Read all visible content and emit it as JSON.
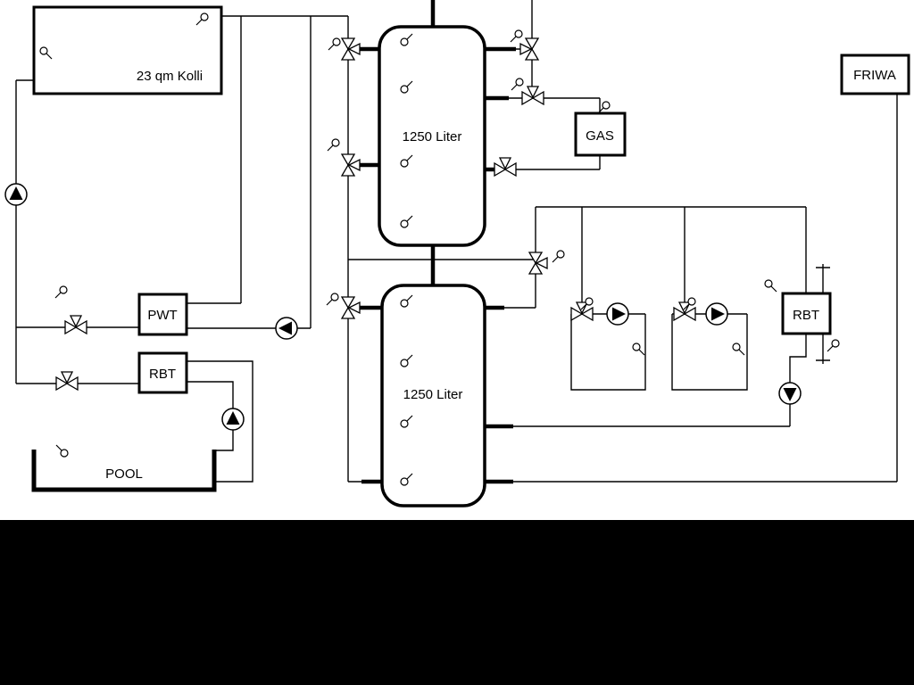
{
  "diagram": {
    "title": "Heating / solar / pool hydraulic schematic",
    "labels": {
      "collector": "23 qm Kolli",
      "tank_top": "1250 Liter",
      "tank_bottom": "1250 Liter",
      "pwt": "PWT",
      "rbt_left": "RBT",
      "rbt_right": "RBT",
      "gas": "GAS",
      "friwa": "FRIWA",
      "pool": "POOL"
    },
    "colors": {
      "line": "#000000",
      "fill": "#ffffff",
      "letterbox": "#000000"
    },
    "symbols": {
      "pump_icon": "circle with solid triangle (flow direction)",
      "three_way_valve_icon": "bowtie with third triangle branch",
      "sensor_icon": "small circle with stem"
    },
    "components": {
      "tanks": [
        "buffer-tank-top-1250l",
        "buffer-tank-bottom-1250l"
      ],
      "boxes": [
        "solar-collector",
        "pwt-heat-exchanger",
        "rbt-left",
        "rbt-right",
        "gas-boiler",
        "friwa-station",
        "pool"
      ],
      "pumps": [
        {
          "name": "solar-pump",
          "direction": "up"
        },
        {
          "name": "pwt-pump",
          "direction": "left"
        },
        {
          "name": "pool-pump",
          "direction": "up"
        },
        {
          "name": "heating-circuit-1-pump",
          "direction": "right"
        },
        {
          "name": "heating-circuit-2-pump",
          "direction": "right"
        },
        {
          "name": "rbt-right-pump",
          "direction": "down"
        }
      ],
      "three_way_valves": 11,
      "temperature_sensors": 25
    }
  }
}
